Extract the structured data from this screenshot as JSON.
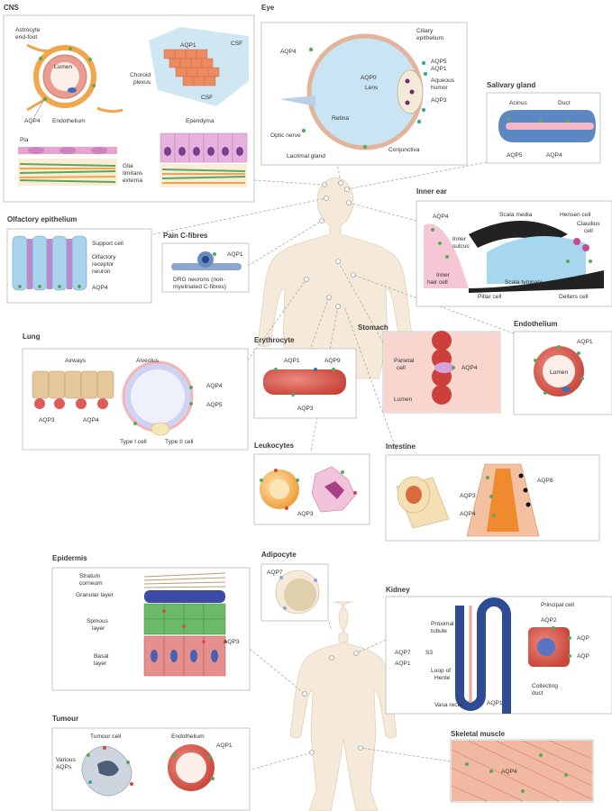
{
  "titles": {
    "cns": "CNS",
    "eye": "Eye",
    "salivary": "Salivary gland",
    "inner_ear": "Inner ear",
    "olfactory": "Olfactory epithelium",
    "pain": "Pain C-fibres",
    "lung": "Lung",
    "erythrocyte": "Erythrocyte",
    "stomach": "Stomach",
    "endothelium": "Endothelium",
    "leukocytes": "Leukocytes",
    "intestine": "Intestine",
    "epidermis": "Epidermis",
    "adipocyte": "Adipocyte",
    "kidney": "Kidney",
    "tumour": "Tumour",
    "skeletal": "Skeletal muscle"
  },
  "cns": {
    "astro1": "Astrocyte",
    "astro2": "end-foot",
    "lumen": "Lumen",
    "aqp1": "AQP1",
    "csf1": "CSF",
    "choroid1": "Choroid",
    "choroid2": "plexus",
    "csf2": "CSF",
    "aqp4": "AQP4",
    "endo": "Endothelium",
    "ependyma": "Ependyma",
    "pia": "Pia",
    "glia1": "Glia",
    "glia2": "limitans",
    "glia3": "externa"
  },
  "eye": {
    "ciliary1": "Ciliary",
    "ciliary2": "epithelium",
    "aqp4": "AQP4",
    "aqp5": "AQP5",
    "aqp1": "AQP1",
    "aqp0": "AQP0",
    "lens": "Lens",
    "aqueous1": "Aqueous",
    "aqueous2": "humor",
    "aqp3": "AQP3",
    "retina": "Retina",
    "optic": "Optic nerve",
    "lacrimal": "Lacrimal gland",
    "conj": "Conjunctiva"
  },
  "salivary": {
    "acinus": "Acinus",
    "duct": "Duct",
    "aqp5": "AQP5",
    "aqp4": "AQP4"
  },
  "inner_ear": {
    "aqp4": "AQP4",
    "scala_media": "Scala media",
    "hensen": "Hensen cell",
    "claudius1": "Claudius",
    "claudius2": "cell",
    "inner_sulcus1": "Inner",
    "inner_sulcus2": "sulcus",
    "inner_hair1": "Inner",
    "inner_hair2": "hair cell",
    "scala_tympani": "Scala tympani",
    "pillar": "Pillar cell",
    "deiters": "Deiters cell"
  },
  "olfactory": {
    "support": "Support cell",
    "orn1": "Olfactory",
    "orn2": "receptor",
    "orn3": "neuron",
    "aqp4": "AQP4"
  },
  "pain": {
    "aqp1": "AQP1",
    "drg1": "DRG neurons (non-",
    "drg2": "myelinated C-fibres)"
  },
  "lung": {
    "airways": "Airways",
    "alveolus": "Alveolus",
    "aqp4a": "AQP4",
    "aqp5": "AQP5",
    "aqp3": "AQP3",
    "aqp4b": "AQP4",
    "type1": "Type I cell",
    "type2": "Type II cell"
  },
  "erythrocyte": {
    "aqp1": "AQP1",
    "aqp9": "AQP9",
    "aqp3": "AQP3"
  },
  "stomach": {
    "parietal1": "Parietal",
    "parietal2": "cell",
    "aqp4": "AQP4",
    "lumen": "Lumen"
  },
  "endothelium": {
    "aqp1": "AQP1",
    "lumen": "Lumen"
  },
  "leukocytes": {
    "aqp3": "AQP3"
  },
  "intestine": {
    "aqp8": "AQP8",
    "aqp3": "AQP3",
    "aqp4": "AQP4"
  },
  "epidermis": {
    "stratum1": "Stratum",
    "stratum2": "corneum",
    "granular": "Granular layer",
    "spinous1": "Spinous",
    "spinous2": "layer",
    "basal1": "Basal",
    "basal2": "layer",
    "aqp3": "AQP3"
  },
  "adipocyte": {
    "aqp7": "AQP7"
  },
  "kidney": {
    "proximal1": "Proximal",
    "proximal2": "tubule",
    "aqp7": "AQP7",
    "s3": "S3",
    "aqp1a": "AQP1",
    "loop1": "Loop of",
    "loop2": "Henle",
    "vasa": "Vasa recta",
    "aqp1b": "AQP1",
    "collecting1": "Collecting",
    "collecting2": "duct",
    "principal": "Principal cell",
    "aqp2": "AQP2",
    "aqp_r1": "AQP",
    "aqp_r2": "AQP"
  },
  "tumour": {
    "tumour_cell": "Tumour cell",
    "endothelium": "Endothelium",
    "aqp1": "AQP1",
    "various1": "Various",
    "various2": "AQPs"
  },
  "skeletal": {
    "aqp4": "AQP4"
  },
  "colors": {
    "aqp_green": "#5aa85a",
    "aqp_red": "#d6473d",
    "aqp_teal": "#3fa7a3",
    "aqp_blue": "#3b6fb6",
    "cell_pink": "#e8a0a0",
    "body": "#f5ead9",
    "title_bar": "#3a3a3a"
  }
}
